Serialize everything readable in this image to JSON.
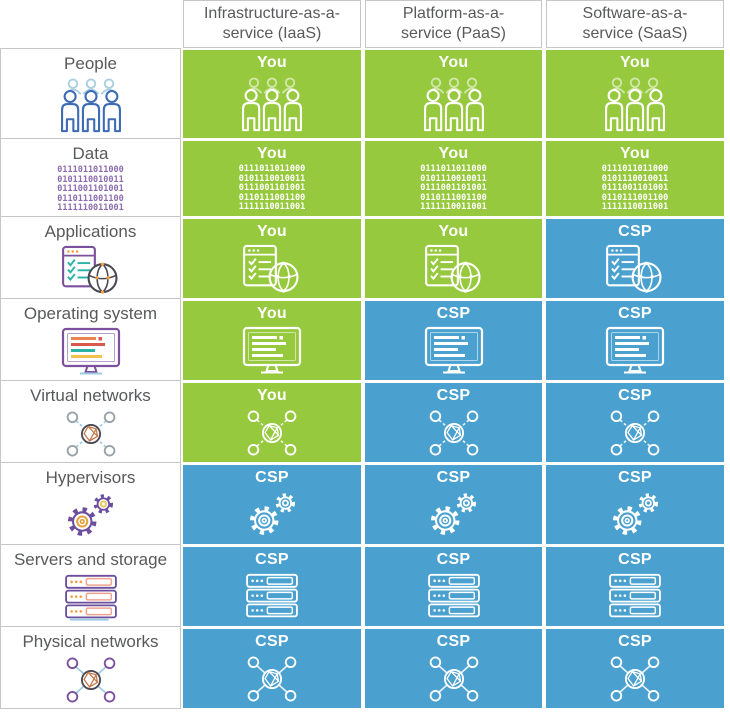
{
  "matrix": {
    "columns": [
      {
        "id": "iaas",
        "label": "Infrastructure-as-a-\nservice (IaaS)"
      },
      {
        "id": "paas",
        "label": "Platform-as-a-\nservice (PaaS)"
      },
      {
        "id": "saas",
        "label": "Software-as-a-\nservice (SaaS)"
      }
    ]
  },
  "columns": [
    {
      "id": "iaas",
      "label": "Infrastructure-as-a-\nservice (IaaS)"
    },
    {
      "id": "paas",
      "label": "Platform-as-a-\nservice (PaaS)"
    },
    {
      "id": "saas",
      "label": "Software-as-a-\nservice (SaaS)"
    }
  ],
  "rows": [
    {
      "id": "people",
      "label": "People",
      "icon": "people-icon",
      "owners": [
        "You",
        "You",
        "You"
      ]
    },
    {
      "id": "data",
      "label": "Data",
      "icon": "binary-data-icon",
      "owners": [
        "You",
        "You",
        "You"
      ]
    },
    {
      "id": "applications",
      "label": "Applications",
      "icon": "applications-icon",
      "owners": [
        "You",
        "You",
        "CSP"
      ]
    },
    {
      "id": "operating-system",
      "label": "Operating system",
      "icon": "operating-system-icon",
      "owners": [
        "You",
        "CSP",
        "CSP"
      ]
    },
    {
      "id": "virtual-networks",
      "label": "Virtual networks",
      "icon": "virtual-network-icon",
      "owners": [
        "You",
        "CSP",
        "CSP"
      ]
    },
    {
      "id": "hypervisors",
      "label": "Hypervisors",
      "icon": "gears-icon",
      "owners": [
        "CSP",
        "CSP",
        "CSP"
      ]
    },
    {
      "id": "servers-storage",
      "label": "Servers and storage",
      "icon": "server-stack-icon",
      "owners": [
        "CSP",
        "CSP",
        "CSP"
      ]
    },
    {
      "id": "physical-networks",
      "label": "Physical networks",
      "icon": "physical-network-icon",
      "owners": [
        "CSP",
        "CSP",
        "CSP"
      ]
    }
  ],
  "binary_lines": [
    "0111011011000",
    "0101110010011",
    "0111001101001",
    "0110111001100",
    "1111110011001"
  ],
  "owner_colors": {
    "You": "#97C93E",
    "CSP": "#4AA0CE"
  }
}
